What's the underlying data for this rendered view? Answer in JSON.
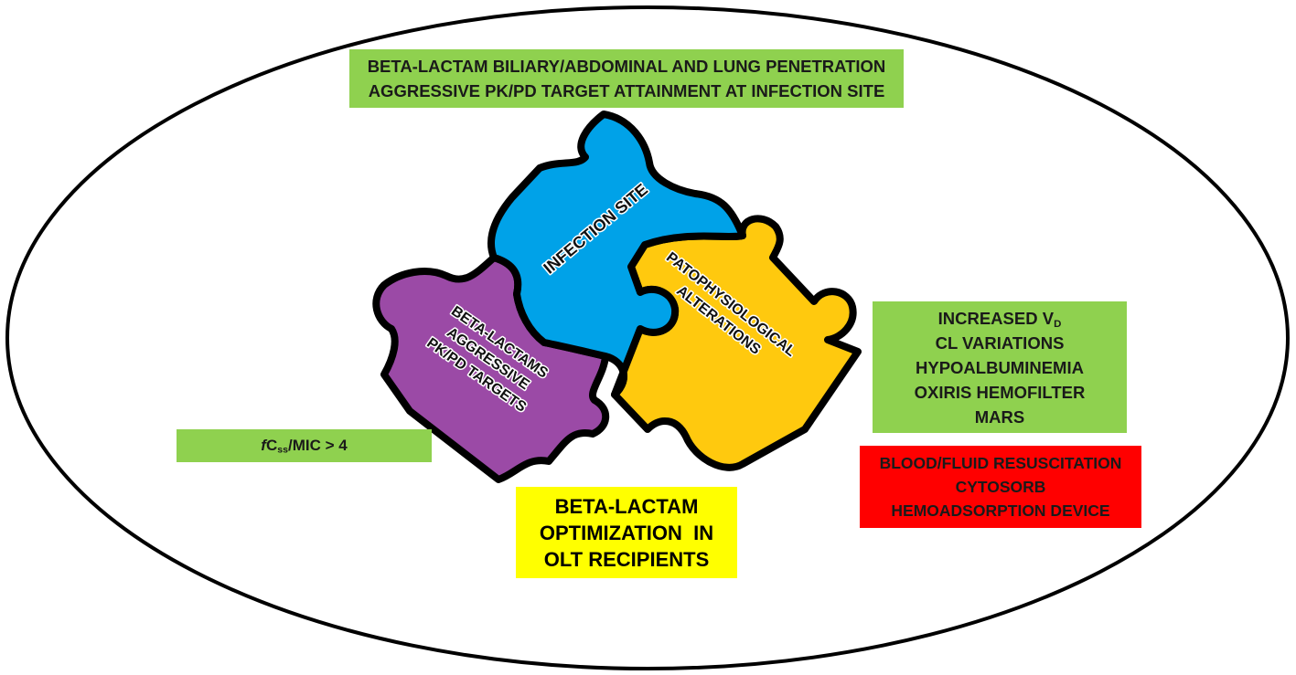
{
  "colors": {
    "green": "#8fd14f",
    "red": "#ff0000",
    "yellow": "#ffff00",
    "blue": "#00a2e8",
    "purple": "#9b4aa6",
    "gold": "#ffc90e"
  },
  "top_box": {
    "line1": "BETA-LACTAM BILIARY/ABDOMINAL AND LUNG PENETRATION",
    "line2": "AGGRESSIVE PK/PD TARGET ATTAINMENT AT INFECTION SITE"
  },
  "right_box": {
    "vd_prefix": "INCREASED V",
    "vd_sub": "D",
    "line2": "CL VARIATIONS",
    "line3": "HYPOALBUMINEMIA",
    "line4": "OXIRIS HEMOFILTER",
    "line5": "MARS"
  },
  "red_box": {
    "line1": "BLOOD/FLUID RESUSCITATION",
    "line2": "CYTOSORB",
    "line3": "HEMOADSORPTION DEVICE"
  },
  "left_box": {
    "f": "f",
    "c": "C",
    "sub": "ss",
    "rest": "/MIC > 4"
  },
  "center_box": {
    "line1": "BETA-LACTAM",
    "line2": "OPTIMIZATION  IN",
    "line3": "OLT RECIPIENTS"
  },
  "puzzle": {
    "blue_label": "INFECTION SITE",
    "gold_line1": "PATOPHYSIOLOGICAL",
    "gold_line2": "ALTERATIONS",
    "purple_line1": "BETA-LACTAMS",
    "purple_line2": "AGGRESSIVE",
    "purple_line3": "PK/PD TARGETS"
  }
}
